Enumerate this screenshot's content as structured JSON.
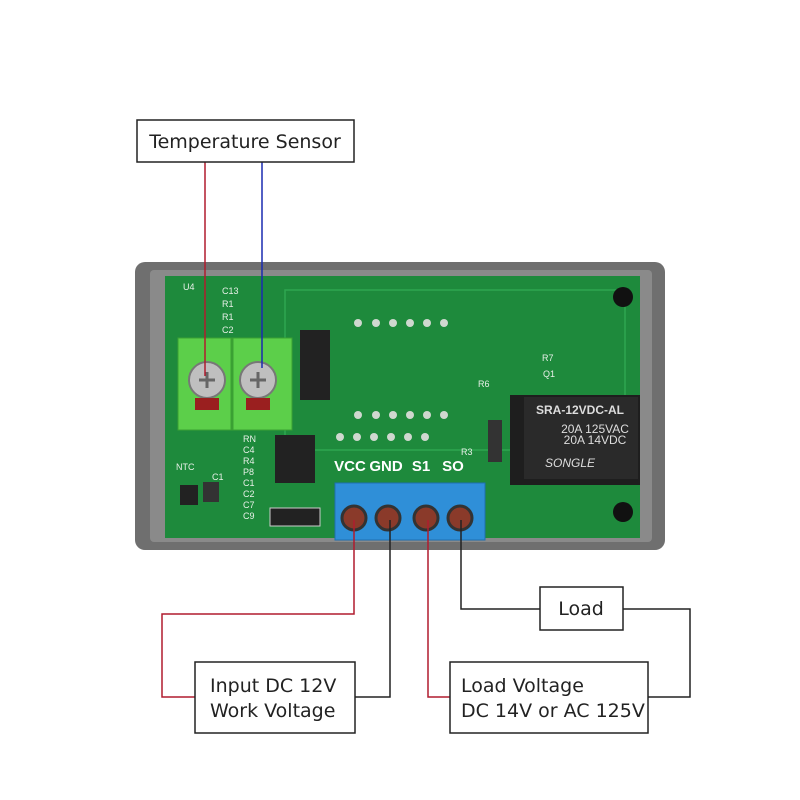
{
  "labels": {
    "sensor": "Temperature Sensor",
    "input_line1": "Input DC 12V",
    "input_line2": "Work Voltage",
    "load": "Load",
    "load_voltage_line1": "Load Voltage",
    "load_voltage_line2": "DC 14V or AC 125V"
  },
  "pins": [
    "VCC",
    "GND",
    "S1",
    "SO"
  ],
  "board": {
    "silkscreen": [
      "U4",
      "C13",
      "R1",
      "R1",
      "C2",
      "RN",
      "C4",
      "R4",
      "P8",
      "C1",
      "C2",
      "C7",
      "C9",
      "NTC",
      "C1",
      "R7",
      "Q1",
      "R6",
      "R3"
    ],
    "relay_text": [
      "SRA-12VDC-AL",
      "20A 125VAC",
      "20A 14VDC",
      "SONGLE"
    ]
  },
  "colors": {
    "wire_positive": "#b01c2e",
    "wire_negative": "#222222",
    "sensor_wire": "#1a2bb0",
    "pcb": "#1e8a3c",
    "case": "#7a7a7a",
    "sensor_terminal": "#5ccf4a",
    "power_terminal": "#2f8fd8"
  }
}
